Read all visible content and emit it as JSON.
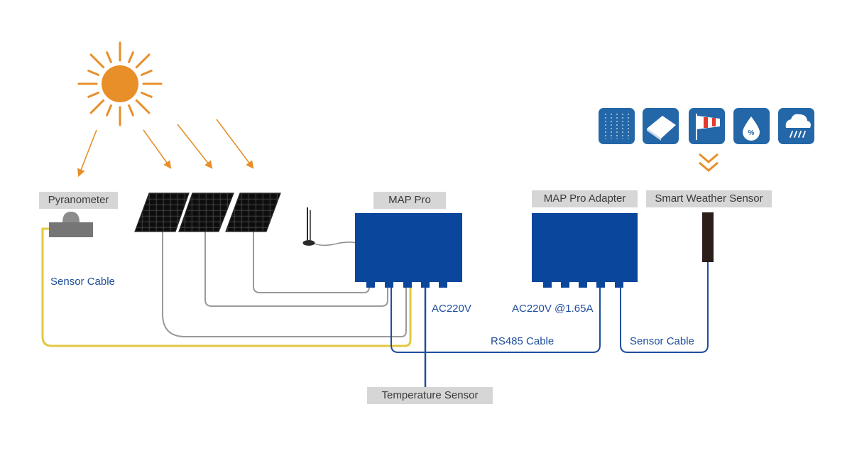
{
  "labels": {
    "pyranometer": "Pyranometer",
    "map_pro": "MAP Pro",
    "map_pro_adapter": "MAP Pro Adapter",
    "smart_weather_sensor": "Smart Weather Sensor",
    "temperature_sensor": "Temperature Sensor"
  },
  "cables": {
    "sensor_cable_left": "Sensor Cable",
    "rs485": "RS485 Cable",
    "sensor_cable_right": "Sensor Cable"
  },
  "power": {
    "map_pro": "AC220V",
    "adapter": "AC220V @1.65A"
  },
  "weather_icons": [
    "wind-speed-icon",
    "solar-radiation-icon",
    "wind-direction-icon",
    "humidity-icon",
    "rain-icon"
  ],
  "colors": {
    "device_blue": "#0a469c",
    "cable_blue": "#1f4e9c",
    "sun_orange": "#e88f2a",
    "sensor_yellow": "#e2c841",
    "cable_gray": "#9a9a9a",
    "label_bg": "#d6d6d6",
    "icon_blue": "#2467a8"
  }
}
